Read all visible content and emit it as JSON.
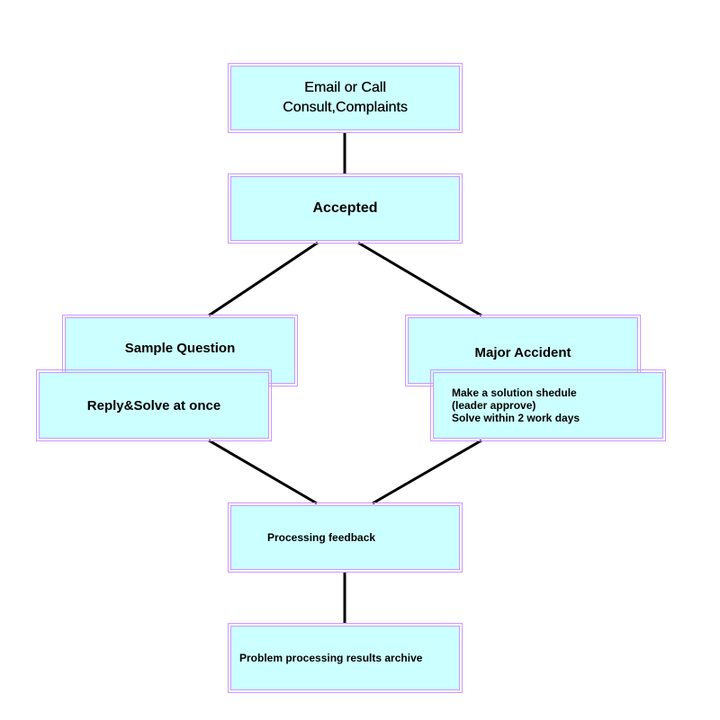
{
  "flowchart": {
    "nodes": {
      "email": "Email or Call\n  Consult,Complaints",
      "accepted": "Accepted",
      "sample_question": "Sample Question",
      "reply_solve": "Reply&Solve at once",
      "major_accident": "Major Accident",
      "solution_schedule": "Make a solution shedule\n(leader approve)\nSolve within 2 work days",
      "processing_feedback": "Processing feedback",
      "archive": "Problem processing results archive"
    },
    "colors": {
      "box_fill": "#ccffff",
      "box_border": "#cc99ff",
      "connector": "#000000"
    }
  }
}
